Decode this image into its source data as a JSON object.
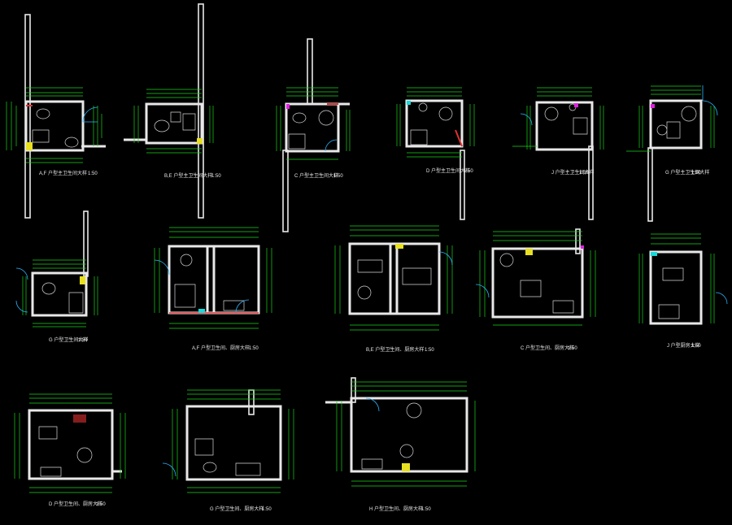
{
  "drawing": {
    "background": "#000000",
    "colors": {
      "wall": "#e8e8e8",
      "dimension": "#19d419",
      "door": "#2bb7ff",
      "accent_red": "#e03030",
      "accent_magenta": "#e020e0",
      "accent_yellow": "#e8e020",
      "accent_cyan": "#18d8d8"
    },
    "plans": [
      {
        "id": "af-bath",
        "caption": "A,F 户型主卫生间大样",
        "scale": "1:50"
      },
      {
        "id": "be-bath",
        "caption": "B,E 户型主卫生间大样",
        "scale": "1:50"
      },
      {
        "id": "c-bath",
        "caption": "C 户型主卫生间大样",
        "scale": "1:50"
      },
      {
        "id": "d-bath",
        "caption": "D 户型主卫生间大样",
        "scale": "1:50"
      },
      {
        "id": "j-bath",
        "caption": "J 户型主卫生间大样",
        "scale": "1:50"
      },
      {
        "id": "g-bath-1",
        "caption": "G 户型主卫生间大样",
        "scale": "1:50"
      },
      {
        "id": "g-bath-2",
        "caption": "G 户型卫生间大样",
        "scale": "1:50"
      },
      {
        "id": "af-kitchen",
        "caption": "A,F 户型卫生间、厨房大样",
        "scale": "1:50"
      },
      {
        "id": "be-kitchen",
        "caption": "B,E 户型卫生间、厨房大样",
        "scale": "1:50"
      },
      {
        "id": "c-kitchen",
        "caption": "C 户型卫生间、厨房大样",
        "scale": "1:50"
      },
      {
        "id": "j-kitchen",
        "caption": "J 户型厨房大样",
        "scale": "1:50"
      },
      {
        "id": "d-kitchen",
        "caption": "D 户型卫生间、厨房大样",
        "scale": "1:50"
      },
      {
        "id": "g-kitchen",
        "caption": "G 户型卫生间、厨房大样",
        "scale": "1:50"
      },
      {
        "id": "h-kitchen",
        "caption": "H 户型卫生间、厨房大样",
        "scale": "1:50"
      }
    ]
  }
}
